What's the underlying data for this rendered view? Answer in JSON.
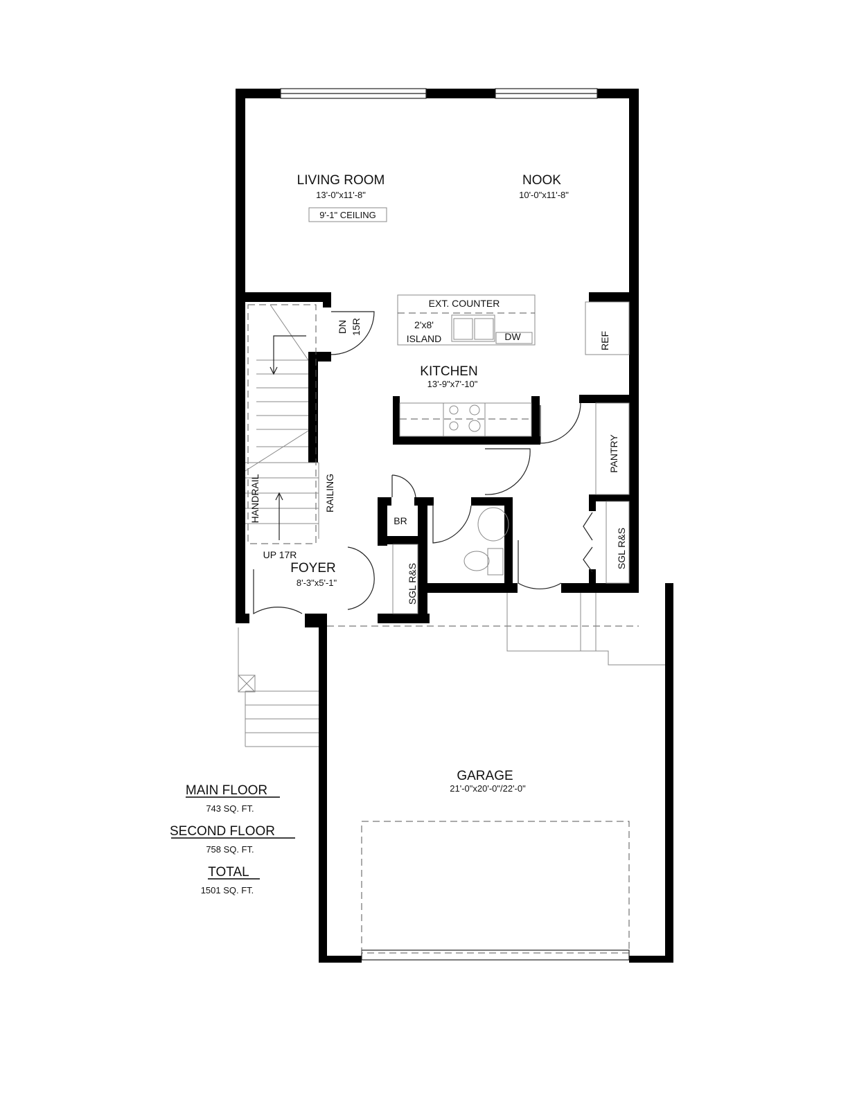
{
  "rooms": {
    "living": {
      "name": "LIVING ROOM",
      "size": "13'-0\"x11'-8\"",
      "note": "9'-1\" CEILING"
    },
    "nook": {
      "name": "NOOK",
      "size": "10'-0\"x11'-8\""
    },
    "kitchen": {
      "name": "KITCHEN",
      "size": "13'-9\"x7'-10\""
    },
    "foyer": {
      "name": "FOYER",
      "size": "8'-3\"x5'-1\""
    },
    "garage": {
      "name": "GARAGE",
      "size": "21'-0\"x20'-0\"/22'-0\""
    }
  },
  "fixtures": {
    "ext_counter": "EXT. COUNTER",
    "island_size": "2'x8'",
    "island": "ISLAND",
    "dw": "DW",
    "ref": "REF",
    "pantry": "PANTRY",
    "br": "BR",
    "sgl_rs_1": "SGL R&S",
    "sgl_rs_2": "SGL R&S",
    "dn": "DN",
    "dn_risers": "15R",
    "handrail": "HANDRAIL",
    "railing": "RAILING",
    "up": "UP 17R"
  },
  "area_summary": {
    "main_floor_label": "MAIN FLOOR",
    "main_floor_value": "743 SQ. FT.",
    "second_floor_label": "SECOND FLOOR",
    "second_floor_value": "758 SQ. FT.",
    "total_label": "TOTAL",
    "total_value": "1501 SQ. FT."
  }
}
